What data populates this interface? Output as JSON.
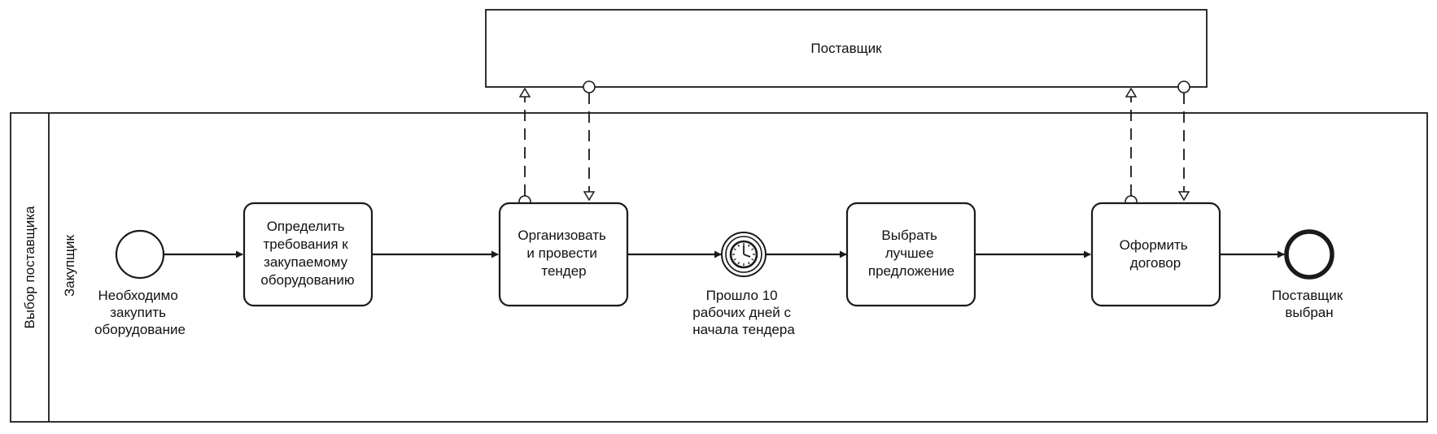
{
  "pool_title": "Выбор поставщика",
  "lane_title": "Закупщик",
  "external_pool_title": "Поставщик",
  "start_event": {
    "label": [
      "Необходимо",
      "закупить",
      "оборудование"
    ]
  },
  "tasks": [
    {
      "id": "define",
      "label": [
        "Определить",
        "требования к",
        "закупаемому",
        "оборудованию"
      ]
    },
    {
      "id": "tender",
      "label": [
        "Организовать",
        "и провести",
        "тендер"
      ]
    },
    {
      "id": "choose",
      "label": [
        "Выбрать",
        "лучшее",
        "предложение"
      ]
    },
    {
      "id": "contract",
      "label": [
        "Оформить",
        "договор"
      ]
    }
  ],
  "timer_event": {
    "icon": "clock-icon",
    "label": [
      "Прошло 10",
      "рабочих дней с",
      "начала тендера"
    ]
  },
  "end_event": {
    "label": [
      "Поставщик",
      "выбран"
    ]
  }
}
